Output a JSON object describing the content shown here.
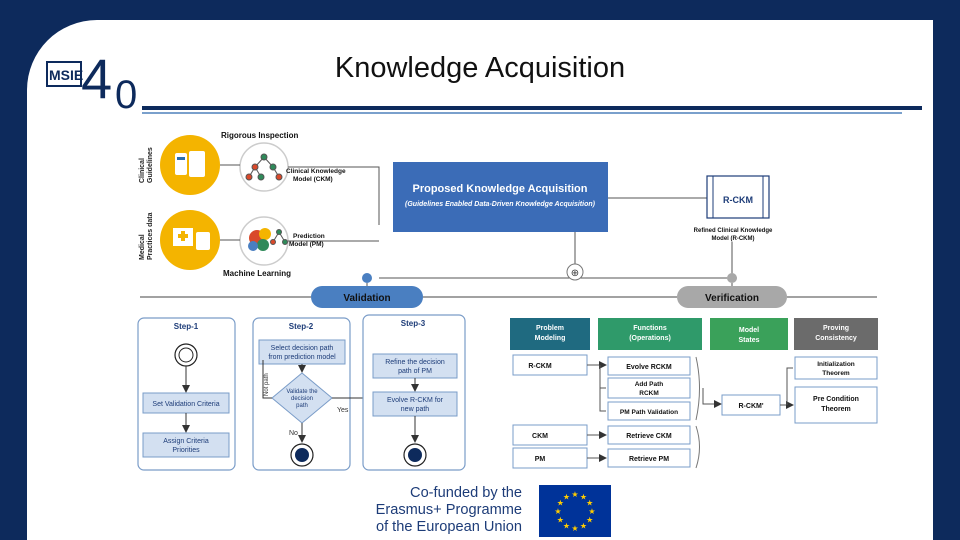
{
  "title": "Knowledge Acquisition",
  "logo": {
    "text": "MSIE",
    "number": "4",
    "suffix": "0"
  },
  "sources": [
    {
      "label_lines": [
        "Clinical",
        "Guidelines"
      ]
    },
    {
      "label_lines": [
        "Medical",
        "Practices data"
      ]
    }
  ],
  "rigorous_inspection": "Rigorous Inspection",
  "machine_learning": "Machine Learning",
  "ckm_label_lines": [
    "Clinical Knowledge",
    "Model (CKM)"
  ],
  "pm_label_lines": [
    "Prediction",
    "Model (PM)"
  ],
  "proposed": {
    "title": "Proposed Knowledge Acquisition",
    "subtitle": "(Guidelines Enabled Data-Driven Knowledge Acquisition)"
  },
  "rckm": {
    "label": "R-CKM",
    "caption_lines": [
      "Refined Clinical Knowledge",
      "Model (R-CKM)"
    ]
  },
  "junction_symbol": "⊕",
  "validation": "Validation",
  "verification": "Verification",
  "steps": [
    {
      "label": "Step-1",
      "box1": "Set Validation Criteria",
      "box2_lines": [
        "Assign Criteria",
        "Priorities"
      ]
    },
    {
      "label": "Step-2",
      "box1_lines": [
        "Select decision path",
        "from prediction model"
      ],
      "diamond_lines": [
        "Validate the",
        "decision",
        "path"
      ],
      "yes": "Yes",
      "no": "No",
      "not_path": "Not path"
    },
    {
      "label": "Step-3",
      "box1_lines": [
        "Refine the decision",
        "path of PM"
      ],
      "box2_lines": [
        "Evolve R-CKM for",
        "new path"
      ]
    }
  ],
  "verif_headers": [
    {
      "lines": [
        "Problem",
        "Modeling"
      ],
      "color": "#1f6a80"
    },
    {
      "lines": [
        "Functions",
        "(Operations)"
      ],
      "color": "#2f9a6a"
    },
    {
      "lines": [
        "Model",
        "States"
      ],
      "color": "#3aa15a"
    },
    {
      "lines": [
        "Proving",
        "Consistency"
      ],
      "color": "#6b6b6b"
    }
  ],
  "verif_rows": {
    "rckm": "R-CKM",
    "evolve": "Evolve RCKM",
    "add_path_lines": [
      "Add Path",
      "RCKM"
    ],
    "pm_path_validation": "PM Path Validation",
    "ckm": "CKM",
    "retrieve_ckm": "Retrieve CKM",
    "pm": "PM",
    "retrieve_pm": "Retrieve PM",
    "rckm_prime": "R-CKM'",
    "init_theorem_lines": [
      "Initialization",
      "Theorem"
    ],
    "pre_cond_lines": [
      "Pre Condition",
      "Theorem"
    ]
  },
  "funding_lines": [
    "Co-funded by the",
    "Erasmus+ Programme",
    "of the European Union"
  ],
  "colors": {
    "navy": "#0d2a5c",
    "proposed_blue": "#3b6cb7",
    "circle_yellow": "#f4b400",
    "validation_blue": "#4a7fc1",
    "verification_gray": "#a8a8a8",
    "eu_blue": "#003399",
    "eu_star": "#ffcc00"
  }
}
